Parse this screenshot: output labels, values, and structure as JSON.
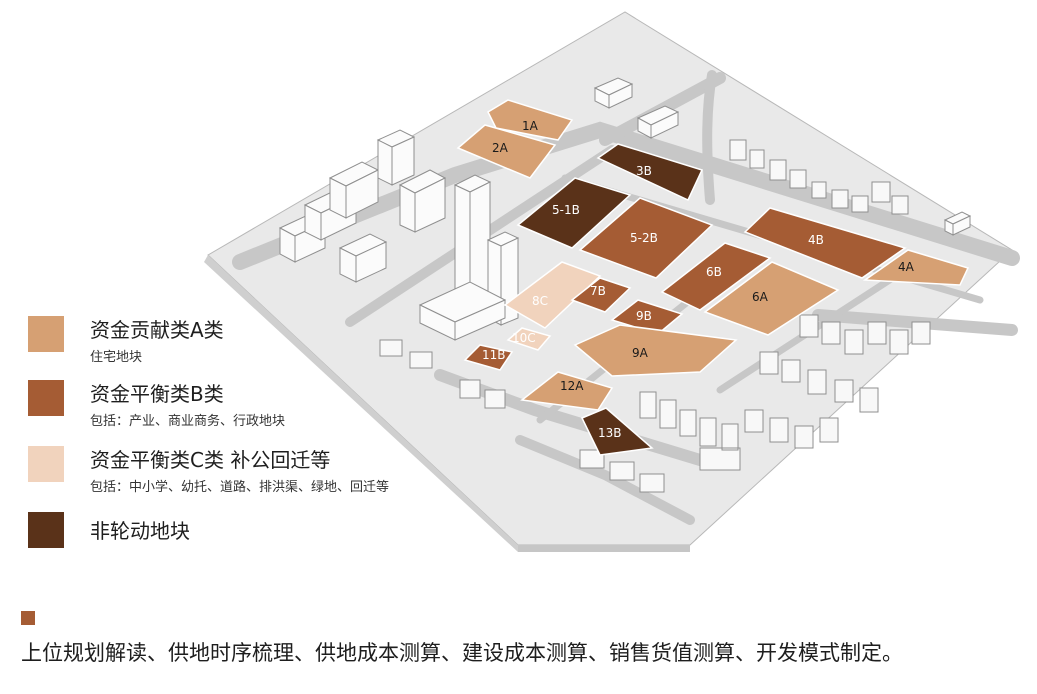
{
  "colors": {
    "class_a": "#d6a073",
    "class_b": "#a55c34",
    "class_c": "#f1d3bd",
    "non_rotation": "#5a3219",
    "footer_mark": "#a55c34"
  },
  "legend": [
    {
      "title": "资金贡献类A类",
      "subtitle": "住宅地块",
      "color_key": "class_a"
    },
    {
      "title": "资金平衡类B类",
      "subtitle": "包括：产业、商业商务、行政地块",
      "color_key": "class_b"
    },
    {
      "title": "资金平衡类C类 补公回迁等",
      "subtitle": "包括：中小学、幼托、道路、排洪渠、绿地、回迁等",
      "color_key": "class_c"
    },
    {
      "title": "非轮动地块",
      "subtitle": "",
      "color_key": "non_rotation"
    }
  ],
  "plots": [
    {
      "label": "1A",
      "class": "class_a"
    },
    {
      "label": "2A",
      "class": "class_a"
    },
    {
      "label": "3B",
      "class": "non_rotation"
    },
    {
      "label": "5-1B",
      "class": "non_rotation"
    },
    {
      "label": "5-2B",
      "class": "class_b"
    },
    {
      "label": "4B",
      "class": "class_b"
    },
    {
      "label": "4A",
      "class": "class_a"
    },
    {
      "label": "6B",
      "class": "class_b"
    },
    {
      "label": "6A",
      "class": "class_a"
    },
    {
      "label": "8C",
      "class": "class_c"
    },
    {
      "label": "7B",
      "class": "class_b"
    },
    {
      "label": "9B",
      "class": "class_b"
    },
    {
      "label": "9A",
      "class": "class_a"
    },
    {
      "label": "10C",
      "class": "class_c"
    },
    {
      "label": "11B",
      "class": "class_b"
    },
    {
      "label": "12A",
      "class": "class_a"
    },
    {
      "label": "13B",
      "class": "non_rotation"
    }
  ],
  "footer": {
    "text": "上位规划解读、供地时序梳理、供地成本测算、建设成本测算、销售货值测算、开发模式制定。"
  }
}
